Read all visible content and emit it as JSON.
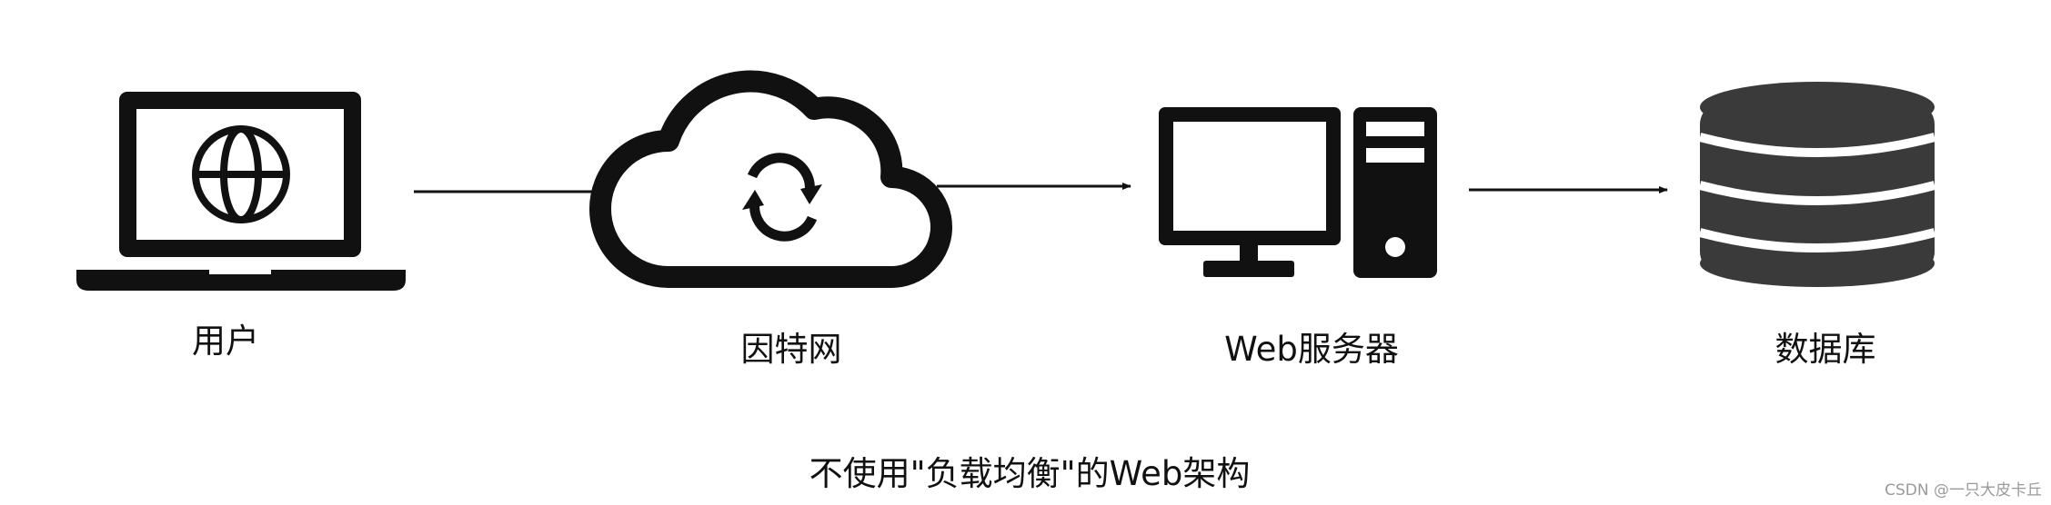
{
  "nodes": [
    {
      "id": "user",
      "label": "用户",
      "icon": "laptop-globe-icon"
    },
    {
      "id": "internet",
      "label": "因特网",
      "icon": "cloud-sync-icon"
    },
    {
      "id": "web-server",
      "label": "Web服务器",
      "icon": "desktop-server-icon"
    },
    {
      "id": "database",
      "label": "数据库",
      "icon": "database-icon"
    }
  ],
  "edges": [
    {
      "from": "user",
      "to": "internet"
    },
    {
      "from": "internet",
      "to": "web-server"
    },
    {
      "from": "web-server",
      "to": "database"
    }
  ],
  "caption": "不使用\"负载均衡\"的Web架构",
  "watermark": "CSDN @一只大皮卡丘",
  "colors": {
    "ink": "#111111",
    "database": "#3a3a3a",
    "background": "#ffffff",
    "watermark": "#9a9a9a"
  }
}
